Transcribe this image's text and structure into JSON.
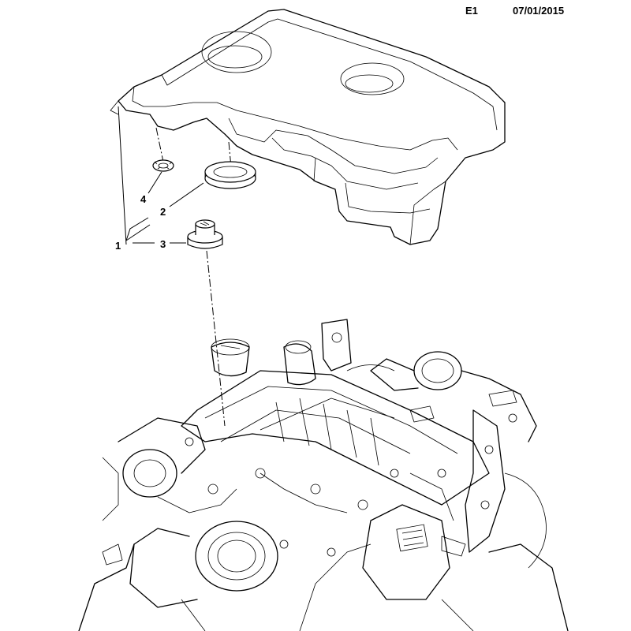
{
  "header": {
    "code": "E1",
    "date": "07/01/2015"
  },
  "callouts": [
    {
      "number": "1",
      "part": "engine-cover"
    },
    {
      "number": "2",
      "part": "grommet"
    },
    {
      "number": "3",
      "part": "oil-filler-cap"
    },
    {
      "number": "4",
      "part": "retaining-washer"
    }
  ]
}
